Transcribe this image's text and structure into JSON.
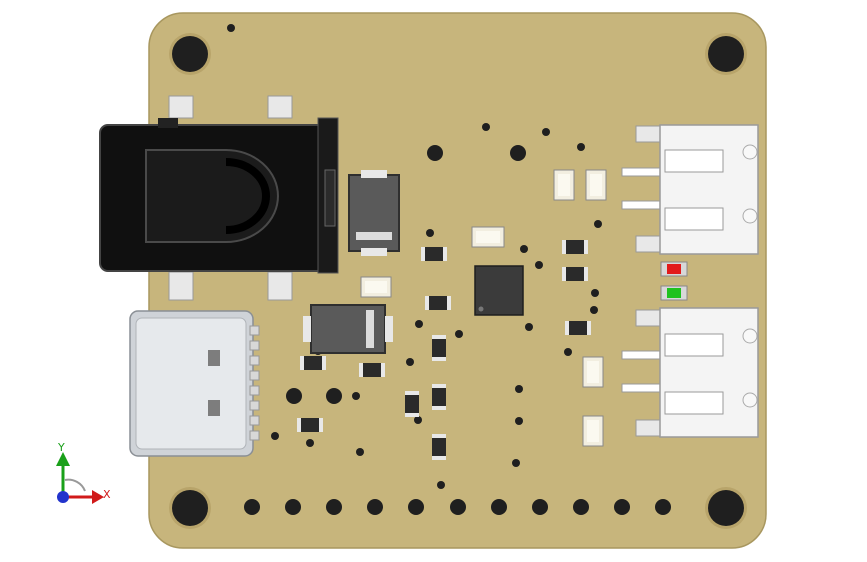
{
  "viewport": {
    "width": 867,
    "height": 562,
    "background": "#ffffff"
  },
  "colors": {
    "board": "#c7b57c",
    "board_edge": "#a8975f",
    "hole": "#1f1f1f",
    "hole_ring": "#b8a46a",
    "jack_body": "#101010",
    "usb_shell": "#cfd3d8",
    "connector_body": "#f4f4f4",
    "resistor_body": "#2a2a2a",
    "pad_metal": "#e8e8e8",
    "led_red": "#e21b1b",
    "led_green": "#1fc21f",
    "ic_body": "#3b3b3b",
    "axis_x": "#d11a1a",
    "axis_y": "#1aa01a",
    "axis_z": "#2233cc"
  },
  "triad": {
    "x_label": "X",
    "y_label": "Y"
  },
  "components": {
    "dc_jack": "dc-barrel-jack",
    "usb_c": "usb-c-receptacle",
    "connector_top": "jst-connector",
    "connector_bottom": "jst-connector",
    "ic": "qfn-ic",
    "led_red": "status-led",
    "led_green": "status-led"
  }
}
